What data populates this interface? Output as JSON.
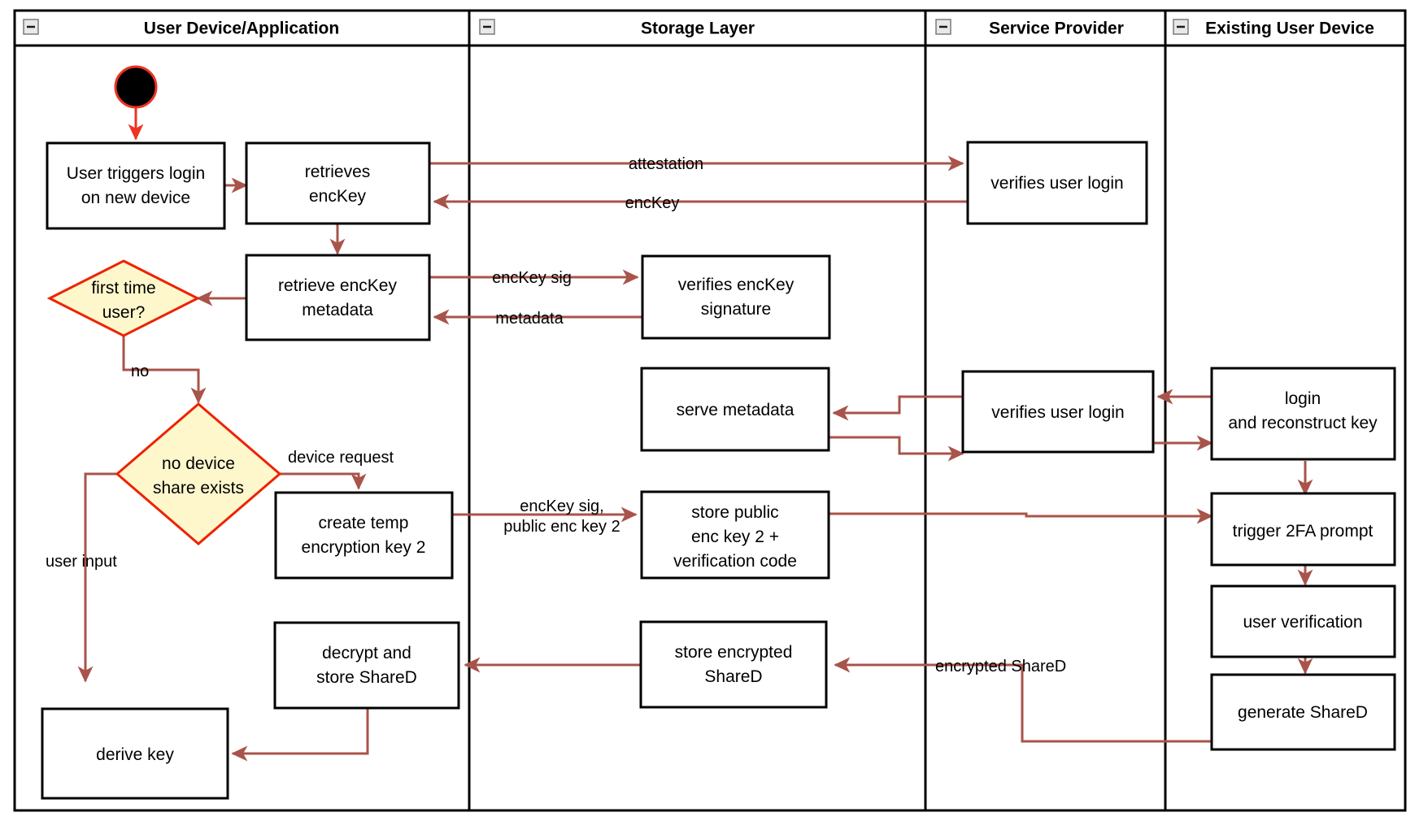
{
  "diagram": {
    "type": "uml-activity-swimlane",
    "title": "",
    "colors": {
      "flow_arrow": "#a8544a",
      "start_arrow": "#ee3322",
      "decision_fill": "#fff7cc",
      "decision_stroke": "#ee2200",
      "node_fill": "#ffffff",
      "node_stroke": "#000000",
      "frame_stroke": "#000000"
    },
    "lanes": [
      {
        "id": "user-device",
        "label": "User Device/Application",
        "collapse_icon": "minus-icon"
      },
      {
        "id": "storage-layer",
        "label": "Storage Layer",
        "collapse_icon": "minus-icon"
      },
      {
        "id": "service-provider",
        "label": "Service Provider",
        "collapse_icon": "minus-icon"
      },
      {
        "id": "existing-user-device",
        "label": "Existing User Device",
        "collapse_icon": "minus-icon"
      }
    ],
    "nodes": [
      {
        "id": "start",
        "lane": "user-device",
        "shape": "initial-node",
        "label": ""
      },
      {
        "id": "user-triggers-login",
        "lane": "user-device",
        "shape": "activity",
        "lines": [
          "User triggers login",
          "on new device"
        ]
      },
      {
        "id": "retrieves-enckey",
        "lane": "user-device",
        "shape": "activity",
        "lines": [
          "retrieves",
          "encKey"
        ]
      },
      {
        "id": "retrieve-enckey-metadata",
        "lane": "user-device",
        "shape": "activity",
        "lines": [
          "retrieve encKey",
          "metadata"
        ]
      },
      {
        "id": "first-time-user",
        "lane": "user-device",
        "shape": "decision",
        "lines": [
          "first time",
          "user?"
        ]
      },
      {
        "id": "no-device-share-exists",
        "lane": "user-device",
        "shape": "decision",
        "lines": [
          "no device",
          "share exists"
        ]
      },
      {
        "id": "create-temp-encryption-key-2",
        "lane": "user-device",
        "shape": "activity",
        "lines": [
          "create temp",
          "encryption key 2"
        ]
      },
      {
        "id": "decrypt-and-store-shared",
        "lane": "user-device",
        "shape": "activity",
        "lines": [
          "decrypt and",
          "store ShareD"
        ]
      },
      {
        "id": "derive-key",
        "lane": "user-device",
        "shape": "activity",
        "lines": [
          "derive key"
        ]
      },
      {
        "id": "verifies-enckey-signature",
        "lane": "storage-layer",
        "shape": "activity",
        "lines": [
          "verifies encKey",
          "signature"
        ]
      },
      {
        "id": "serve-metadata",
        "lane": "storage-layer",
        "shape": "activity",
        "lines": [
          "serve metadata"
        ]
      },
      {
        "id": "store-public-enc-key-2",
        "lane": "storage-layer",
        "shape": "activity",
        "lines": [
          "store public",
          "enc key 2 +",
          "verification code"
        ]
      },
      {
        "id": "store-encrypted-shared",
        "lane": "storage-layer",
        "shape": "activity",
        "lines": [
          "store encrypted",
          "ShareD"
        ]
      },
      {
        "id": "verifies-user-login-top",
        "lane": "service-provider",
        "shape": "activity",
        "lines": [
          "verifies user login"
        ]
      },
      {
        "id": "verifies-user-login-mid",
        "lane": "service-provider",
        "shape": "activity",
        "lines": [
          "verifies user login"
        ]
      },
      {
        "id": "login-and-reconstruct-key",
        "lane": "existing-user-device",
        "shape": "activity",
        "lines": [
          "login",
          "and reconstruct key"
        ]
      },
      {
        "id": "trigger-2fa-prompt",
        "lane": "existing-user-device",
        "shape": "activity",
        "lines": [
          "trigger 2FA prompt"
        ]
      },
      {
        "id": "user-verification",
        "lane": "existing-user-device",
        "shape": "activity",
        "lines": [
          "user verification"
        ]
      },
      {
        "id": "generate-shared",
        "lane": "existing-user-device",
        "shape": "activity",
        "lines": [
          "generate ShareD"
        ]
      }
    ],
    "edges": [
      {
        "id": "e-start",
        "from": "start",
        "to": "user-triggers-login",
        "label": ""
      },
      {
        "id": "e-login-retrieve",
        "from": "user-triggers-login",
        "to": "retrieves-enckey",
        "label": ""
      },
      {
        "id": "e-attestation",
        "from": "retrieves-enckey",
        "to": "verifies-user-login-top",
        "label": "attestation"
      },
      {
        "id": "e-enckey",
        "from": "verifies-user-login-top",
        "to": "retrieves-enckey",
        "label": "encKey"
      },
      {
        "id": "e-retrieves-metadata",
        "from": "retrieves-enckey",
        "to": "retrieve-enckey-metadata",
        "label": ""
      },
      {
        "id": "e-enckey-sig",
        "from": "retrieve-enckey-metadata",
        "to": "verifies-enckey-signature",
        "label": "encKey sig"
      },
      {
        "id": "e-metadata",
        "from": "verifies-enckey-signature",
        "to": "retrieve-enckey-metadata",
        "label": "metadata"
      },
      {
        "id": "e-metadata-decision",
        "from": "retrieve-enckey-metadata",
        "to": "first-time-user",
        "label": ""
      },
      {
        "id": "e-no",
        "from": "first-time-user",
        "to": "no-device-share-exists",
        "label": "no"
      },
      {
        "id": "e-device-request",
        "from": "no-device-share-exists",
        "to": "create-temp-encryption-key-2",
        "label": "device request"
      },
      {
        "id": "e-user-input",
        "from": "no-device-share-exists",
        "to": "derive-key",
        "label": "user input"
      },
      {
        "id": "e-enckey-sig-pubkey",
        "from": "create-temp-encryption-key-2",
        "to": "store-public-enc-key-2",
        "label": "encKey sig,\npublic enc key 2",
        "label_lines": [
          "encKey sig,",
          "public enc key 2"
        ]
      },
      {
        "id": "e-existing-to-sp",
        "from": "login-and-reconstruct-key",
        "to": "verifies-user-login-mid",
        "label": ""
      },
      {
        "id": "e-sp-to-serve",
        "from": "verifies-user-login-mid",
        "to": "serve-metadata",
        "label": ""
      },
      {
        "id": "e-serve-to-sp",
        "from": "serve-metadata",
        "to": "verifies-user-login-mid",
        "label": ""
      },
      {
        "id": "e-sp-to-existing",
        "from": "verifies-user-login-mid",
        "to": "login-and-reconstruct-key",
        "label": ""
      },
      {
        "id": "e-store-pub-to-2fa",
        "from": "store-public-enc-key-2",
        "to": "trigger-2fa-prompt",
        "label": ""
      },
      {
        "id": "e-login-to-2fa",
        "from": "login-and-reconstruct-key",
        "to": "trigger-2fa-prompt",
        "label": ""
      },
      {
        "id": "e-2fa-to-verify",
        "from": "trigger-2fa-prompt",
        "to": "user-verification",
        "label": ""
      },
      {
        "id": "e-verify-to-generate",
        "from": "user-verification",
        "to": "generate-shared",
        "label": ""
      },
      {
        "id": "e-encrypted-shared",
        "from": "generate-shared",
        "to": "store-encrypted-shared",
        "label": "encrypted ShareD"
      },
      {
        "id": "e-store-to-decrypt",
        "from": "store-encrypted-shared",
        "to": "decrypt-and-store-shared",
        "label": ""
      },
      {
        "id": "e-decrypt-to-derive",
        "from": "decrypt-and-store-shared",
        "to": "derive-key",
        "label": ""
      }
    ],
    "edge_labels": {
      "attestation": "attestation",
      "enckey": "encKey",
      "enckey_sig": "encKey sig",
      "metadata": "metadata",
      "no": "no",
      "device_request": "device request",
      "user_input": "user input",
      "enckey_sig_pubkey_l1": "encKey sig,",
      "enckey_sig_pubkey_l2": "public enc key 2",
      "encrypted_shared": "encrypted ShareD"
    },
    "node_labels": {
      "user_triggers_login_l1": "User triggers login",
      "user_triggers_login_l2": "on new device",
      "retrieves_enckey_l1": "retrieves",
      "retrieves_enckey_l2": "encKey",
      "retrieve_metadata_l1": "retrieve encKey",
      "retrieve_metadata_l2": "metadata",
      "first_time_user_l1": "first time",
      "first_time_user_l2": "user?",
      "no_device_share_l1": "no device",
      "no_device_share_l2": "share exists",
      "create_temp_l1": "create temp",
      "create_temp_l2": "encryption key 2",
      "decrypt_store_l1": "decrypt and",
      "decrypt_store_l2": "store ShareD",
      "derive_key": "derive key",
      "verifies_enckey_sig_l1": "verifies encKey",
      "verifies_enckey_sig_l2": "signature",
      "serve_metadata": "serve metadata",
      "store_public_l1": "store public",
      "store_public_l2": "enc key 2 +",
      "store_public_l3": "verification code",
      "store_encrypted_l1": "store encrypted",
      "store_encrypted_l2": "ShareD",
      "verifies_user_login_top": "verifies user login",
      "verifies_user_login_mid": "verifies user login",
      "login_reconstruct_l1": "login",
      "login_reconstruct_l2": "and reconstruct key",
      "trigger_2fa": "trigger 2FA prompt",
      "user_verification": "user verification",
      "generate_shared": "generate ShareD"
    }
  }
}
